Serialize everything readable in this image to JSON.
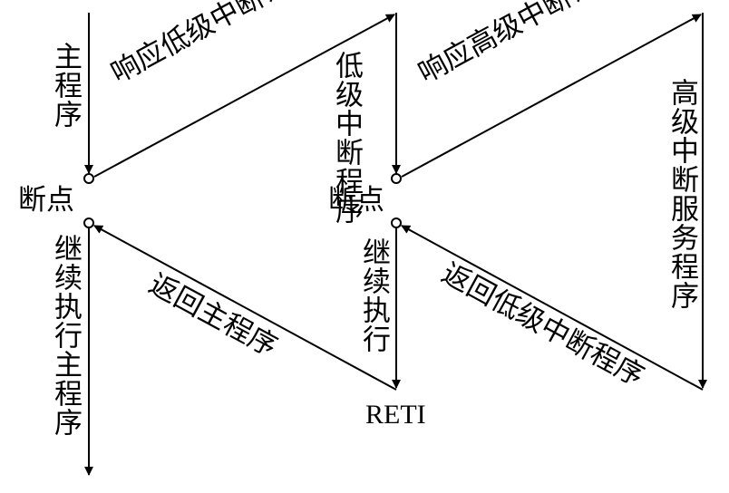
{
  "labels": {
    "main_program": "主程序",
    "respond_low": "响应低级中断请求",
    "low_isr": "低级中断程序",
    "respond_high": "响应高级中断请求",
    "high_isr": "高级中断服务程序",
    "breakpoint_1": "断点",
    "breakpoint_2": "断点",
    "continue_main": "继续执行主程序",
    "return_main": "返回主程序",
    "continue_exec": "继续执行",
    "reti": "RETI",
    "return_low": "返回低级中断程序"
  },
  "colors": {
    "line": "#000000",
    "background": "#ffffff"
  }
}
